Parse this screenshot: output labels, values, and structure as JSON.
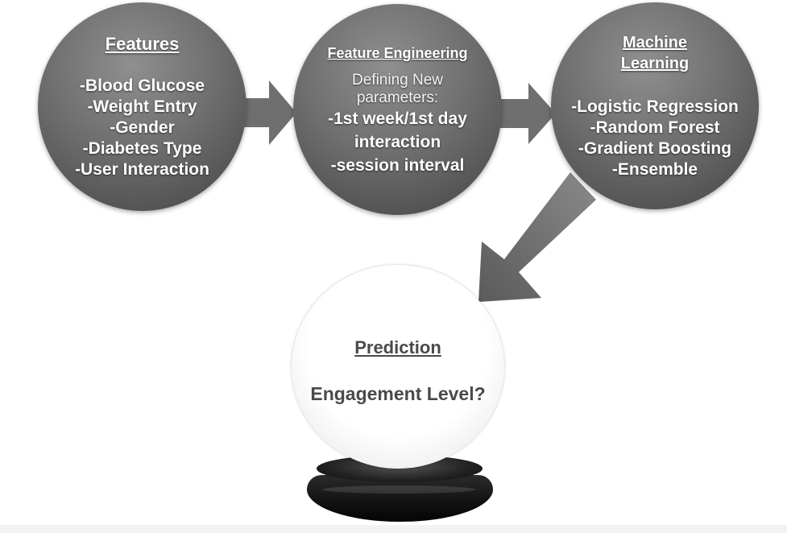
{
  "features": {
    "title": "Features",
    "items": [
      "-Blood Glucose",
      "-Weight Entry",
      "-Gender",
      "-Diabetes Type",
      "-User Interaction"
    ]
  },
  "feature_engineering": {
    "title": "Feature Engineering",
    "subtitle_line1": "Defining New",
    "subtitle_line2": "parameters:",
    "items": [
      "-1st week/1st day",
      "interaction",
      "-session interval"
    ]
  },
  "machine_learning": {
    "title_line1": "Machine",
    "title_line2": "Learning",
    "items": [
      "-Logistic Regression",
      "-Random Forest",
      "-Gradient Boosting",
      "-Ensemble"
    ]
  },
  "prediction": {
    "title": "Prediction",
    "text": "Engagement Level?"
  }
}
